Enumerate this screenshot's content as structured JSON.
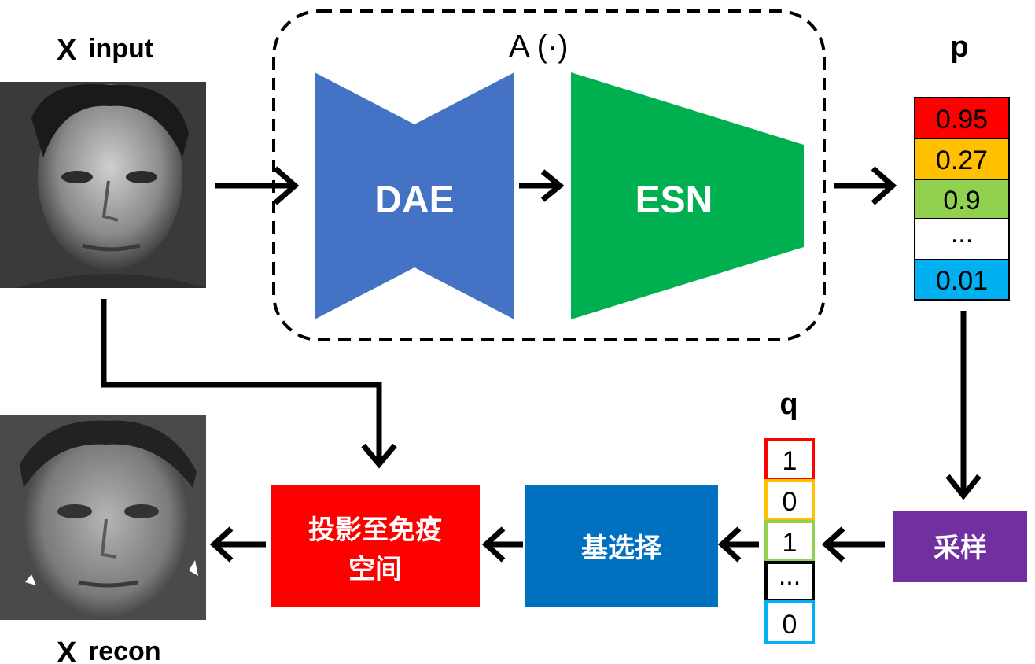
{
  "input": {
    "x": "X",
    "label": "input"
  },
  "recon": {
    "x": "X",
    "label": "recon"
  },
  "module": {
    "title": "A (·)",
    "encoder": "DAE",
    "network": "ESN"
  },
  "p": {
    "label": "p",
    "cells": [
      {
        "text": "0.95",
        "color": "#ff0000"
      },
      {
        "text": "0.27",
        "color": "#ffc000"
      },
      {
        "text": "0.9",
        "color": "#92d050"
      },
      {
        "text": "...",
        "color": "#ffffff"
      },
      {
        "text": "0.01",
        "color": "#00b0f0"
      }
    ]
  },
  "q": {
    "label": "q",
    "cells": [
      {
        "text": "1",
        "color": "#ff0000"
      },
      {
        "text": "0",
        "color": "#ffc000"
      },
      {
        "text": "1",
        "color": "#92d050"
      },
      {
        "text": "...",
        "color": "#000000"
      },
      {
        "text": "0",
        "color": "#00b0f0"
      }
    ]
  },
  "steps": {
    "sampling": "采样",
    "basis_select": "基选择",
    "project_line1": "投影至免疫",
    "project_line2": "空间"
  },
  "colors": {
    "dae": "#4472c4",
    "esn": "#00b050",
    "sampling": "#7030a0",
    "basis_select": "#0070c0",
    "project": "#ff0000"
  }
}
